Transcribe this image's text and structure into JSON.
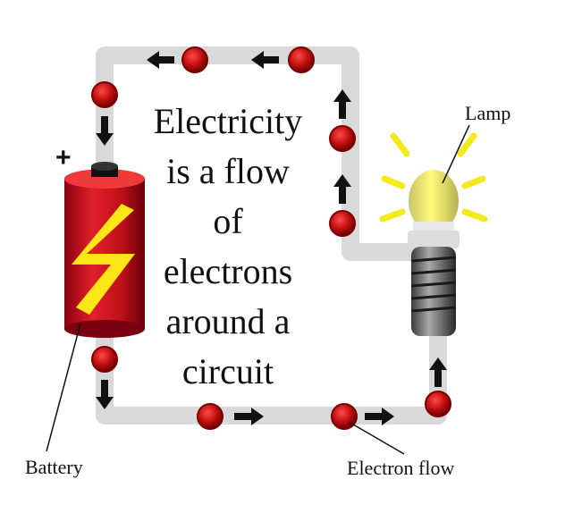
{
  "title_lines": [
    "Electricity",
    "is a flow",
    "of",
    "electrons",
    "around a",
    "circuit"
  ],
  "labels": {
    "lamp": "Lamp",
    "battery": "Battery",
    "electron_flow": "Electron flow",
    "plus": "+"
  },
  "colors": {
    "wire": "#d9d9d9",
    "electron": "#c41010",
    "battery_body": "#d0101e",
    "bolt": "#ffe619",
    "bulb_glow": "#f2ea3a",
    "rays": "#f2ea1a",
    "arrow": "#111111"
  },
  "icons": {
    "arrow": "arrow-icon",
    "electron": "electron-icon",
    "battery": "battery-icon",
    "bulb": "light-bulb-icon"
  }
}
